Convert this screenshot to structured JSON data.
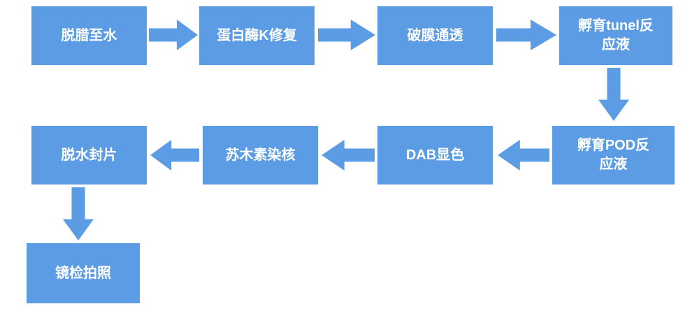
{
  "flowchart": {
    "title": "",
    "colors": {
      "box": "#5B9CE5",
      "arrow": "#5B9CE5",
      "text": "#FFFFFF",
      "background": "#FFFFFF"
    },
    "nodes": [
      {
        "id": "step-1",
        "label": "脱腊至水",
        "line1": "脱腊至水"
      },
      {
        "id": "step-2",
        "label": "蛋白酶K修复",
        "line1": "蛋白酶K修复"
      },
      {
        "id": "step-3",
        "label": "破膜通透",
        "line1": "破膜通透"
      },
      {
        "id": "step-4",
        "label": "孵育tunel反应液",
        "line1": "孵育tunel反",
        "line2": "应液"
      },
      {
        "id": "step-5",
        "label": "孵育POD反应液",
        "line1": "孵育POD反",
        "line2": "应液"
      },
      {
        "id": "step-6",
        "label": "DAB显色",
        "line1": "DAB显色"
      },
      {
        "id": "step-7",
        "label": "苏木素染核",
        "line1": "苏木素染核"
      },
      {
        "id": "step-8",
        "label": "脱水封片",
        "line1": "脱水封片"
      },
      {
        "id": "step-9",
        "label": "镜检拍照",
        "line1": "镜检拍照"
      }
    ],
    "edges": [
      {
        "from": "step-1",
        "to": "step-2",
        "direction": "right"
      },
      {
        "from": "step-2",
        "to": "step-3",
        "direction": "right"
      },
      {
        "from": "step-3",
        "to": "step-4",
        "direction": "right"
      },
      {
        "from": "step-4",
        "to": "step-5",
        "direction": "down"
      },
      {
        "from": "step-5",
        "to": "step-6",
        "direction": "left"
      },
      {
        "from": "step-6",
        "to": "step-7",
        "direction": "left"
      },
      {
        "from": "step-7",
        "to": "step-8",
        "direction": "left"
      },
      {
        "from": "step-8",
        "to": "step-9",
        "direction": "down"
      }
    ]
  }
}
